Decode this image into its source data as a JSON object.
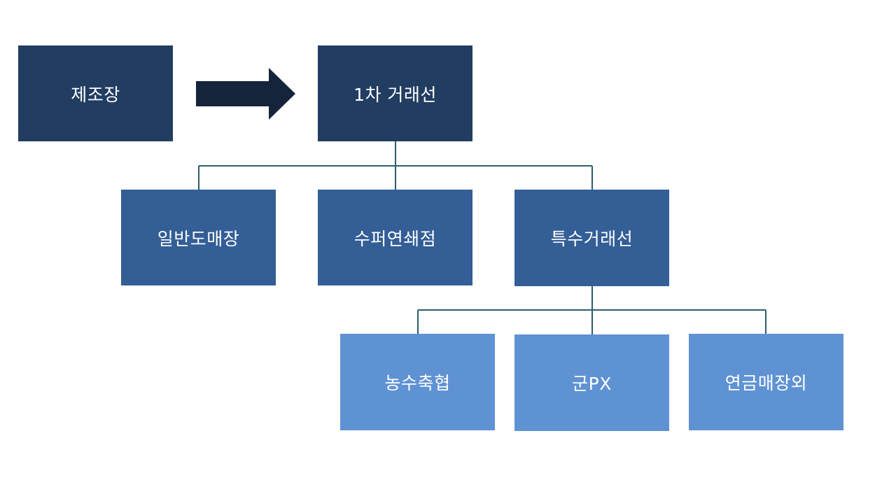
{
  "nodes": {
    "manufacturer": "제조장",
    "primary_dealer": "1차 거래선",
    "general_store": "일반도매장",
    "supermarket_chain": "수퍼연쇄점",
    "special_dealer": "특수거래선",
    "agri_fishery_coop": "농수축협",
    "military_px": "군PX",
    "tobacco_store_etc": "연금매장외"
  },
  "colors": {
    "level0": "#223d62",
    "level1": "#335e96",
    "level2": "#5f92d3",
    "arrow": "#15243b",
    "connector": "#2e5d6c"
  }
}
